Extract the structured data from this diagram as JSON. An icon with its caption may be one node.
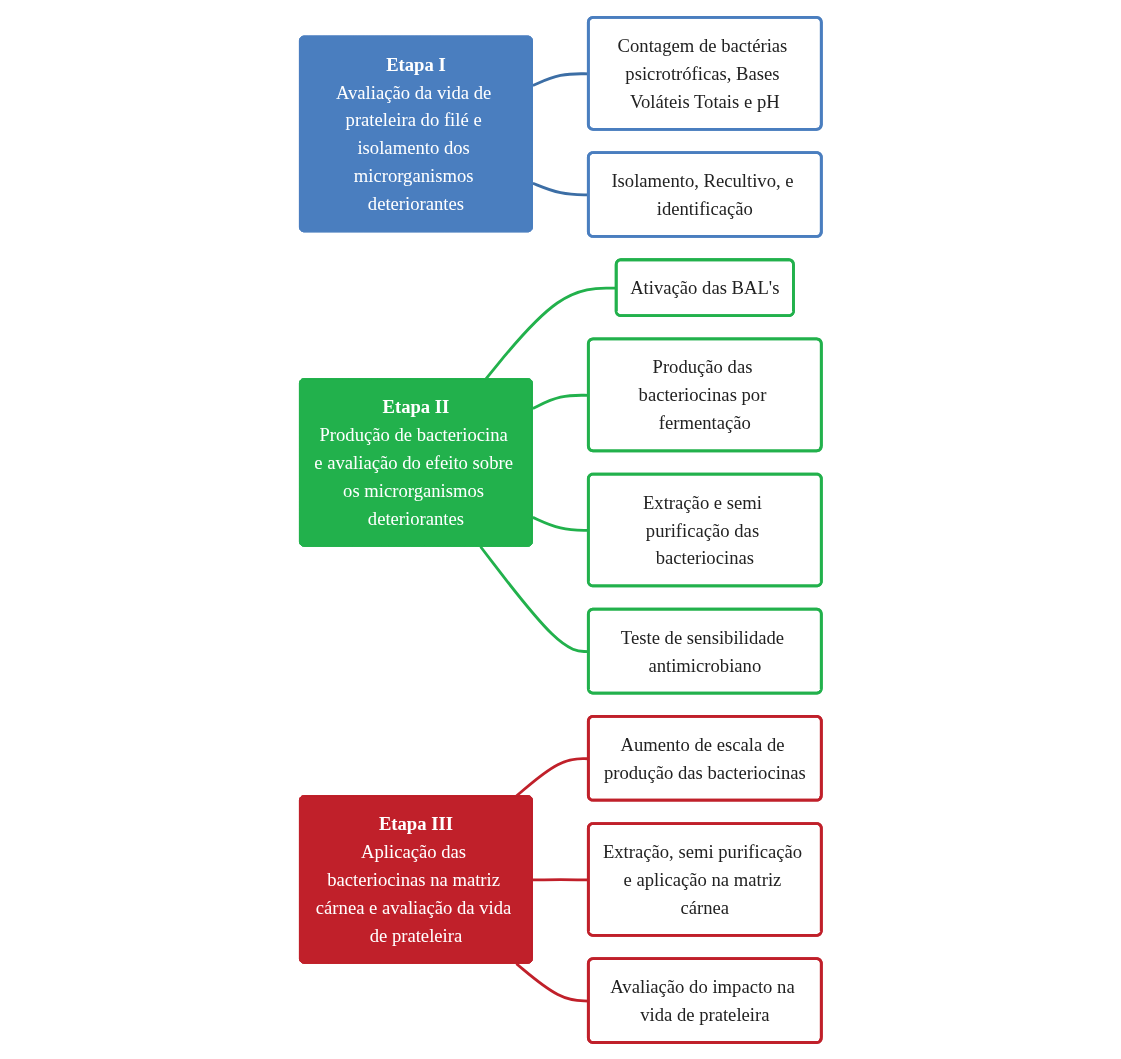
{
  "diagram": {
    "nodes": [
      {
        "text": [
          "Etapa I",
          "Avaliação da vida de prateleira do filé e isolamento dos microrganismos deteriorantes"
        ]
      },
      {
        "text": [
          "Contagem de bactérias psicrotróficas, Bases Voláteis Totais e pH"
        ]
      },
      {
        "text": [
          "Isolamento, Recultivo, e identificação"
        ]
      },
      {
        "text": [
          "Etapa II",
          "Produção de bacteriocina e avaliação do efeito sobre os microrganismos deteriorantes"
        ]
      },
      {
        "text": [
          "Ativação das BAL's"
        ]
      },
      {
        "text": [
          "Produção das bacteriocinas por fermentação"
        ]
      },
      {
        "text": [
          "Extração e semi purificação das bacteriocinas"
        ]
      },
      {
        "text": [
          "Teste de sensibilidade antimicrobiano"
        ]
      },
      {
        "text": [
          "Etapa III",
          "Aplicação das bacteriocinas na matriz cárnea e avaliação da vida de prateleira"
        ]
      },
      {
        "text": [
          "Aumento de escala de produção das bacteriocinas"
        ]
      },
      {
        "text": [
          "Extração, semi purificação e aplicação na matriz cárnea"
        ]
      },
      {
        "text": [
          "Avaliação do impacto na vida de prateleira"
        ]
      }
    ],
    "edges": [
      {
        "from": 0,
        "to": 1,
        "arrow": "none",
        "color": "#3c6ea5"
      },
      {
        "from": 0,
        "to": 2,
        "arrow": "none",
        "color": "#3c6ea5"
      },
      {
        "from": 3,
        "to": 4,
        "arrow": "none",
        "color": "#22b14c"
      },
      {
        "from": 3,
        "to": 5,
        "arrow": "none",
        "color": "#22b14c"
      },
      {
        "from": 3,
        "to": 6,
        "arrow": "none",
        "color": "#22b14c"
      },
      {
        "from": 3,
        "to": 7,
        "arrow": "none",
        "color": "#22b14c"
      },
      {
        "from": 8,
        "to": 9,
        "arrow": "none",
        "color": "#c0202a"
      },
      {
        "from": 8,
        "to": 10,
        "arrow": "none",
        "color": "#c0202a"
      },
      {
        "from": 8,
        "to": 11,
        "arrow": "none",
        "color": "#c0202a"
      }
    ]
  }
}
